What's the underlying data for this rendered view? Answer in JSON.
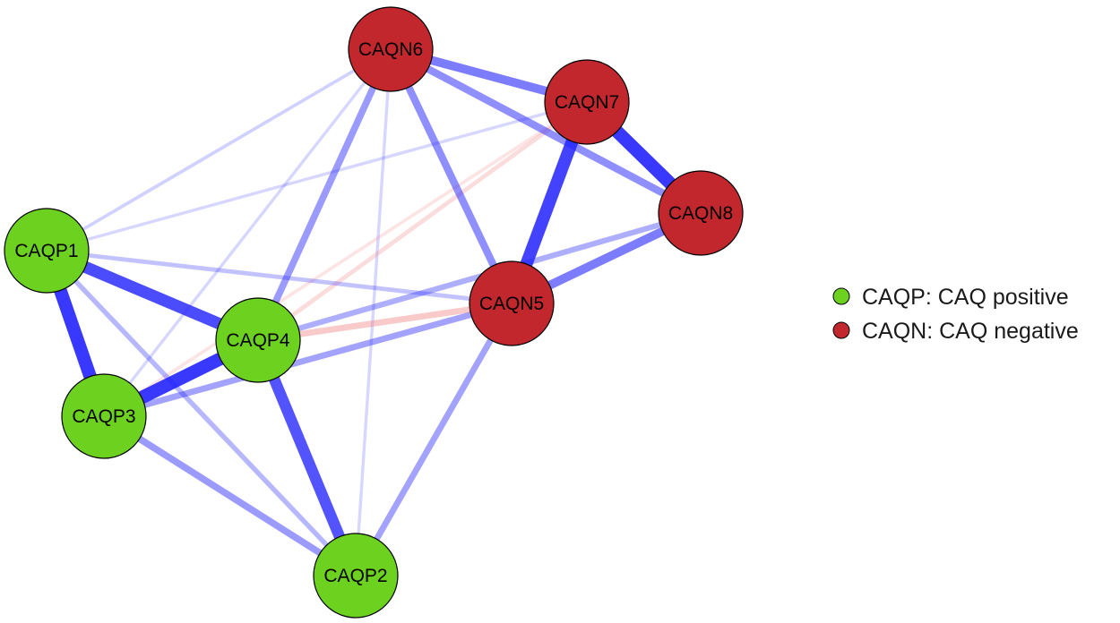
{
  "groups": {
    "positive": {
      "color": "#6dd120",
      "legend_label": "CAQP: CAQ positive"
    },
    "negative": {
      "color": "#c1272d",
      "legend_label": "CAQN: CAQ negative"
    }
  },
  "edge_colors": {
    "positive": "#2424ff",
    "negative": "#f08080"
  },
  "nodes": [
    {
      "id": "CAQN6",
      "group": "negative"
    },
    {
      "id": "CAQN7",
      "group": "negative"
    },
    {
      "id": "CAQN8",
      "group": "negative"
    },
    {
      "id": "CAQN5",
      "group": "negative"
    },
    {
      "id": "CAQP1",
      "group": "positive"
    },
    {
      "id": "CAQP4",
      "group": "positive"
    },
    {
      "id": "CAQP3",
      "group": "positive"
    },
    {
      "id": "CAQP2",
      "group": "positive"
    }
  ],
  "edges": [
    {
      "source": "CAQN6",
      "target": "CAQN7",
      "sign": "positive",
      "strength": 0.55
    },
    {
      "source": "CAQN6",
      "target": "CAQN8",
      "sign": "positive",
      "strength": 0.45
    },
    {
      "source": "CAQN6",
      "target": "CAQN5",
      "sign": "positive",
      "strength": 0.45
    },
    {
      "source": "CAQN6",
      "target": "CAQP4",
      "sign": "positive",
      "strength": 0.4
    },
    {
      "source": "CAQN6",
      "target": "CAQP1",
      "sign": "positive",
      "strength": 0.12
    },
    {
      "source": "CAQN6",
      "target": "CAQP2",
      "sign": "positive",
      "strength": 0.1
    },
    {
      "source": "CAQN7",
      "target": "CAQN8",
      "sign": "positive",
      "strength": 0.9
    },
    {
      "source": "CAQN7",
      "target": "CAQN5",
      "sign": "positive",
      "strength": 0.85
    },
    {
      "source": "CAQN7",
      "target": "CAQP4",
      "sign": "negative",
      "strength": 0.2
    },
    {
      "source": "CAQN7",
      "target": "CAQP3",
      "sign": "negative",
      "strength": 0.12
    },
    {
      "source": "CAQN7",
      "target": "CAQP1",
      "sign": "positive",
      "strength": 0.1
    },
    {
      "source": "CAQN8",
      "target": "CAQN5",
      "sign": "positive",
      "strength": 0.55
    },
    {
      "source": "CAQN8",
      "target": "CAQP4",
      "sign": "positive",
      "strength": 0.3
    },
    {
      "source": "CAQN5",
      "target": "CAQP4",
      "sign": "negative",
      "strength": 0.35
    },
    {
      "source": "CAQN5",
      "target": "CAQP3",
      "sign": "positive",
      "strength": 0.35
    },
    {
      "source": "CAQN5",
      "target": "CAQP2",
      "sign": "positive",
      "strength": 0.35
    },
    {
      "source": "CAQN5",
      "target": "CAQP1",
      "sign": "positive",
      "strength": 0.2
    },
    {
      "source": "CAQP1",
      "target": "CAQP4",
      "sign": "positive",
      "strength": 0.8
    },
    {
      "source": "CAQP1",
      "target": "CAQP3",
      "sign": "positive",
      "strength": 0.9
    },
    {
      "source": "CAQP1",
      "target": "CAQP2",
      "sign": "positive",
      "strength": 0.25
    },
    {
      "source": "CAQP4",
      "target": "CAQP3",
      "sign": "positive",
      "strength": 0.9
    },
    {
      "source": "CAQP4",
      "target": "CAQP2",
      "sign": "positive",
      "strength": 0.75
    },
    {
      "source": "CAQP3",
      "target": "CAQP2",
      "sign": "positive",
      "strength": 0.4
    },
    {
      "source": "CAQP3",
      "target": "CAQN6",
      "sign": "positive",
      "strength": 0.1
    }
  ]
}
